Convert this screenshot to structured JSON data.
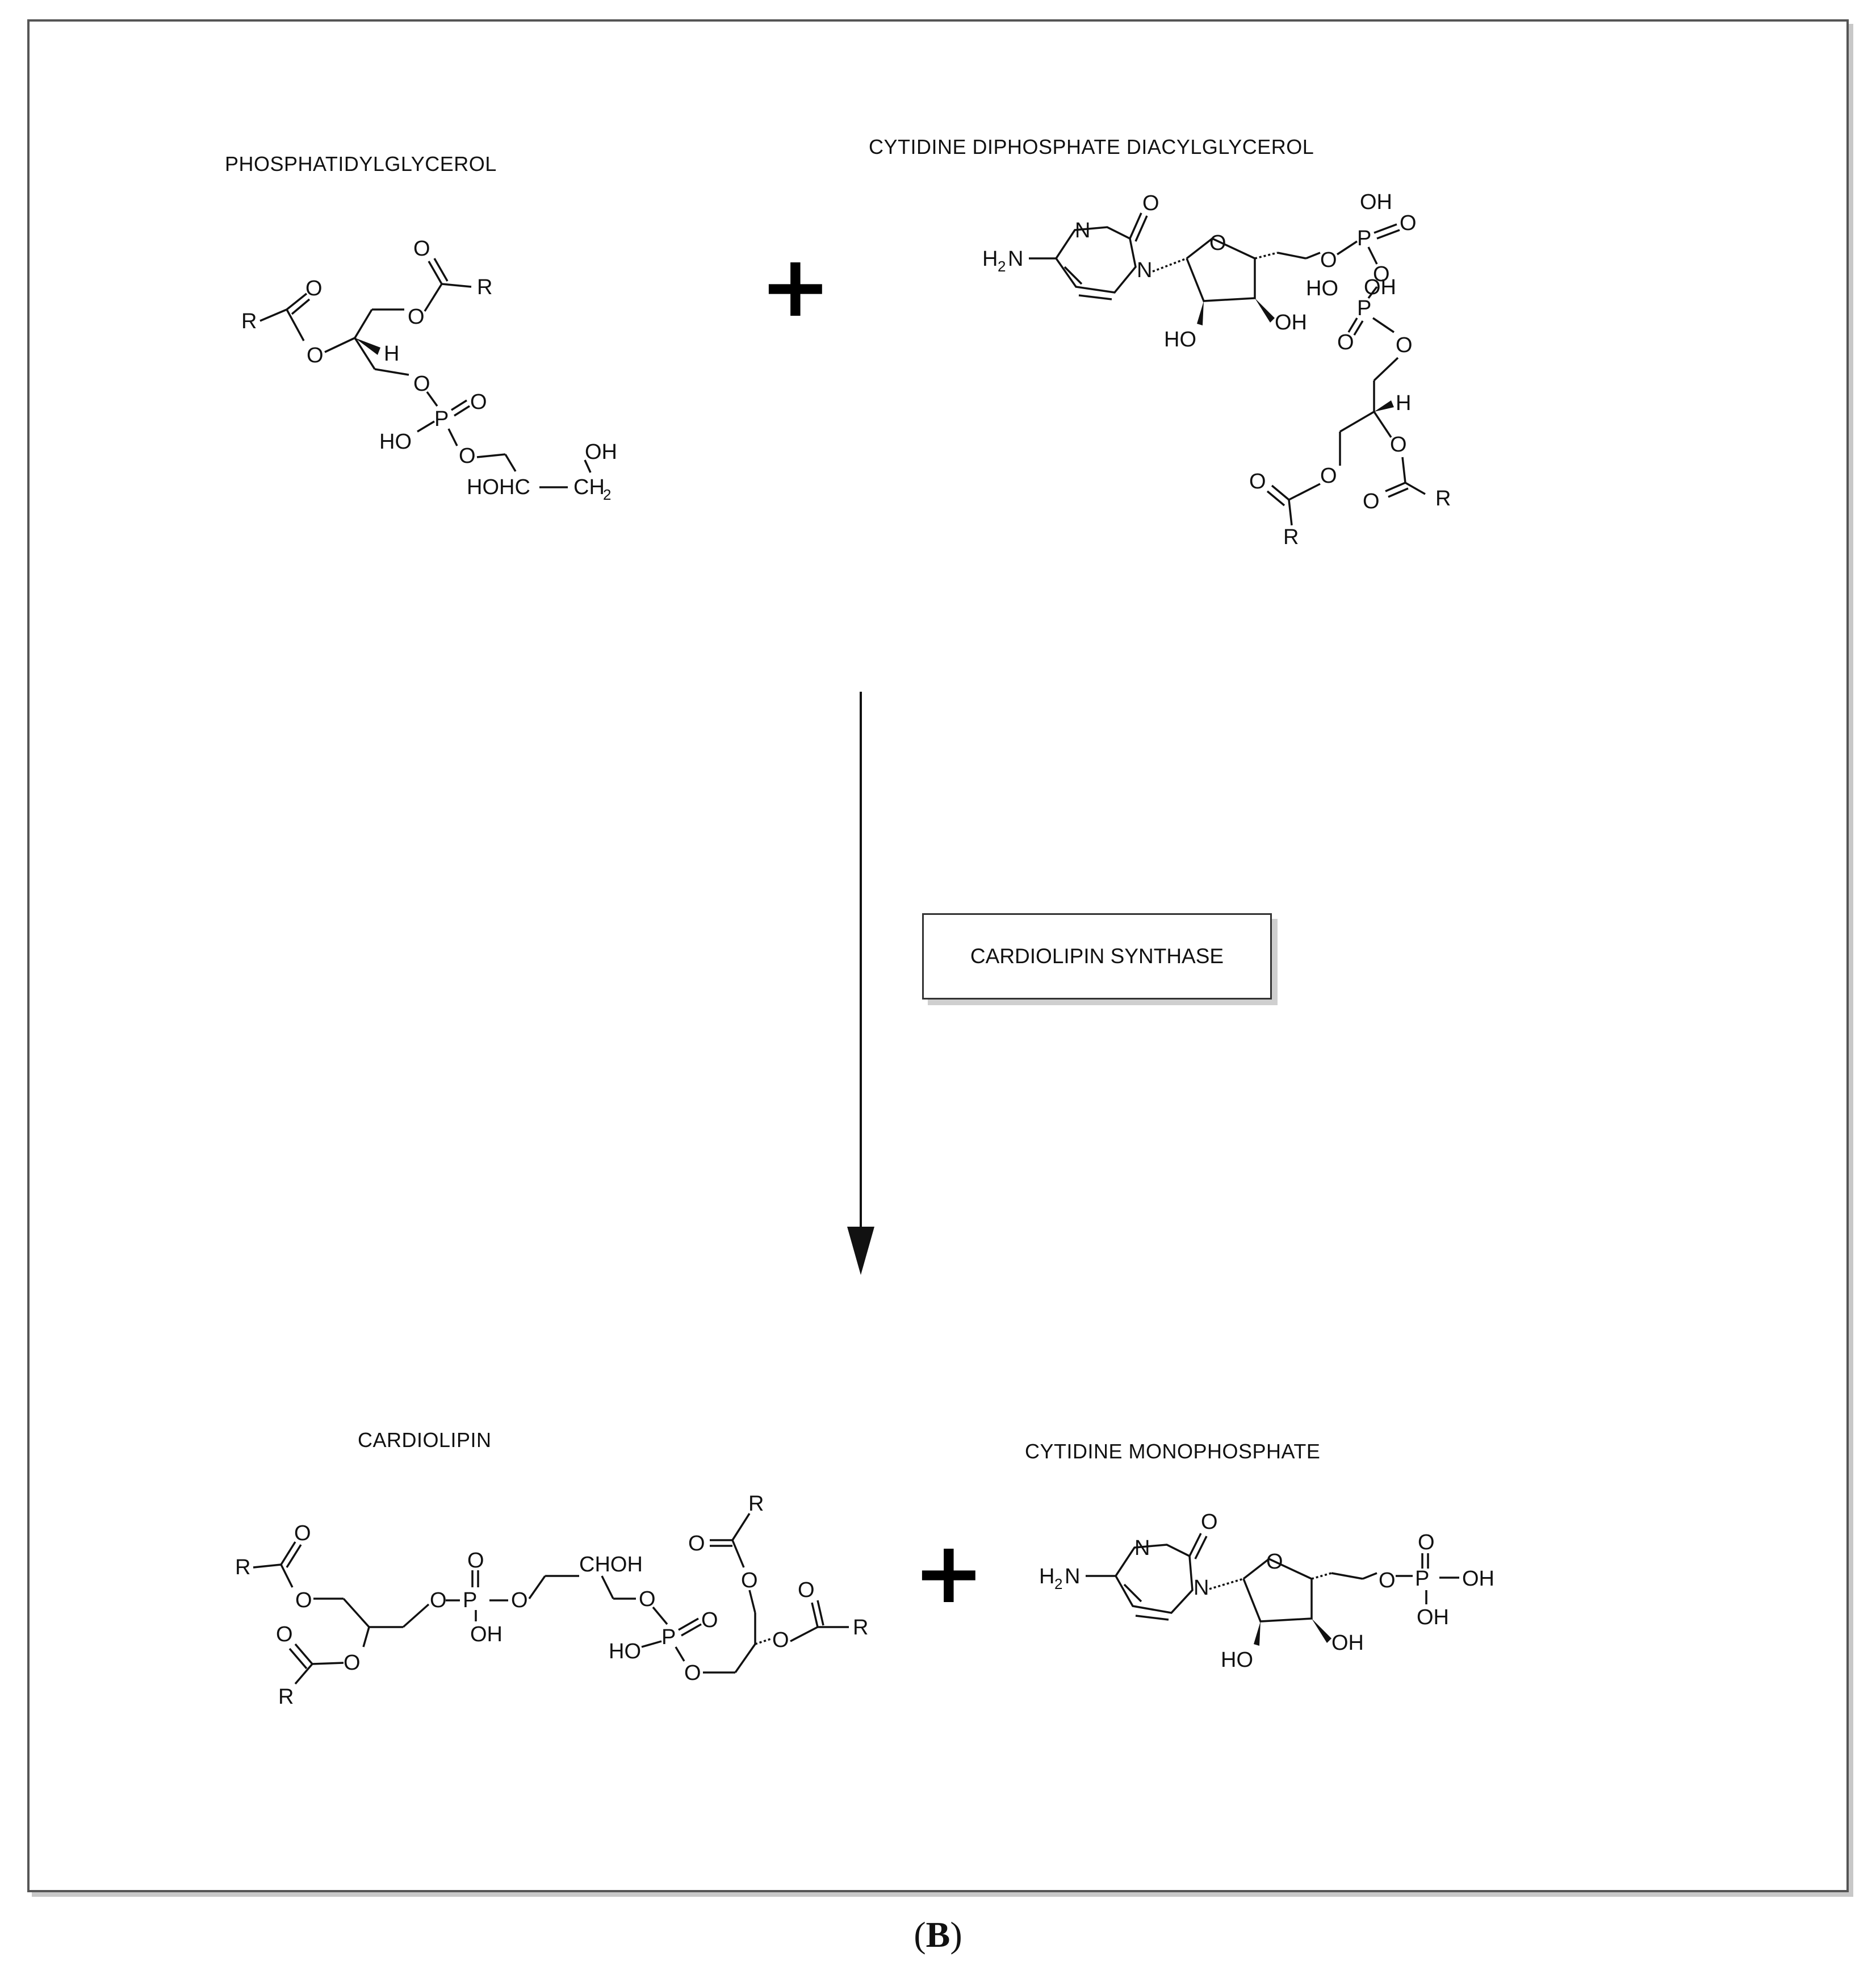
{
  "reactants": {
    "left_name": "PHOSPHATIDYLGLYCEROL",
    "right_name": "CYTIDINE DIPHOSPHATE DIACYLGLYCEROL",
    "plus": "+"
  },
  "enzyme": {
    "label": "CARDIOLIPIN SYNTHASE"
  },
  "products": {
    "left_name": "CARDIOLIPIN",
    "right_name": "CYTIDINE MONOPHOSPHATE",
    "plus": "+"
  },
  "panel_label": "B",
  "atom_labels": {
    "R": "R",
    "O": "O",
    "H": "H",
    "P": "P",
    "OH": "OH",
    "HO": "HO",
    "HOHC": "HOHC",
    "CH2": "CH",
    "sub2": "2",
    "N": "N",
    "H2N_H": "H",
    "CHOH": "CHOH"
  }
}
